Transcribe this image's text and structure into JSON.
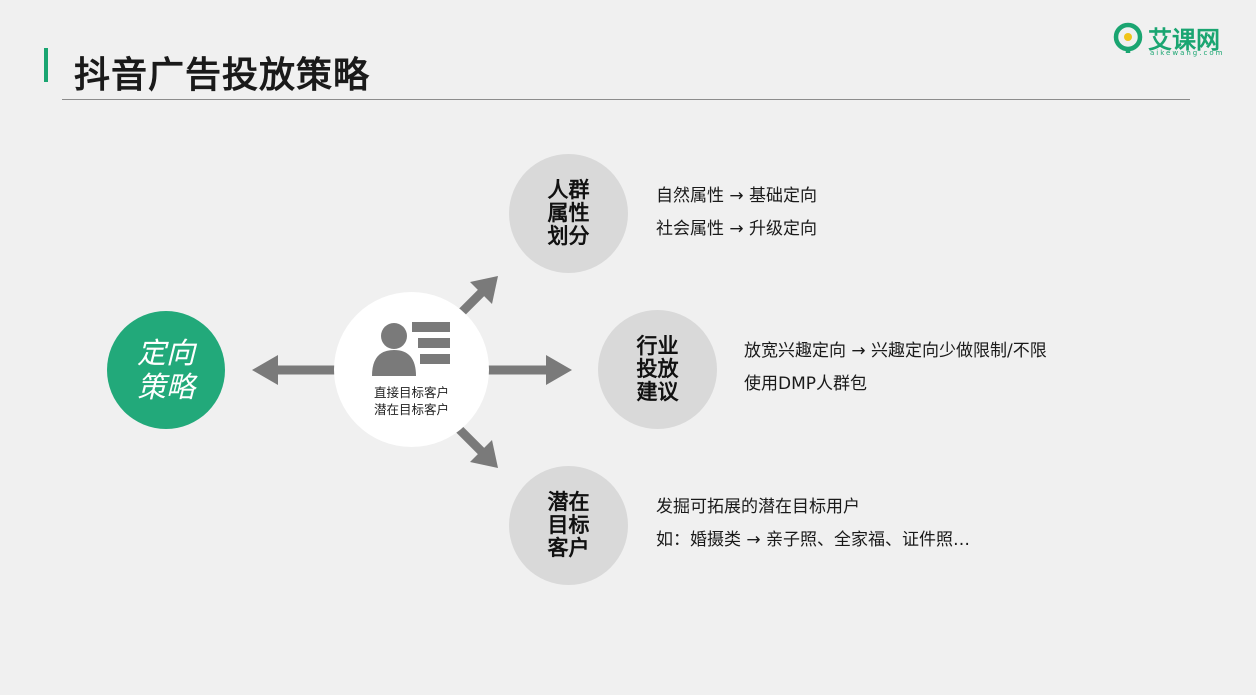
{
  "slide": {
    "title": "抖音广告投放策略"
  },
  "logo": {
    "name": "艾课网",
    "domain": "aikewang.com",
    "color": "#1aa571"
  },
  "diagram": {
    "main_node": "定向策略",
    "center_node": {
      "lines": [
        "直接目标客户",
        "潜在目标客户"
      ],
      "icon": "user-list-icon"
    },
    "branches": [
      {
        "label": "人群属性划分",
        "descriptions": [
          "自然属性 → 基础定向",
          "社会属性 → 升级定向"
        ]
      },
      {
        "label": "行业投放建议",
        "descriptions": [
          "放宽兴趣定向 → 兴趣定向少做限制/不限",
          "使用DMP人群包"
        ]
      },
      {
        "label": "潜在目标客户",
        "descriptions": [
          "发掘可拓展的潜在目标用户",
          "如：婚摄类 → 亲子照、全家福、证件照…"
        ]
      }
    ],
    "colors": {
      "main": "#22a97a",
      "branch": "#d9d9d9",
      "arrow": "#7a7a7a",
      "center": "#ffffff"
    }
  }
}
